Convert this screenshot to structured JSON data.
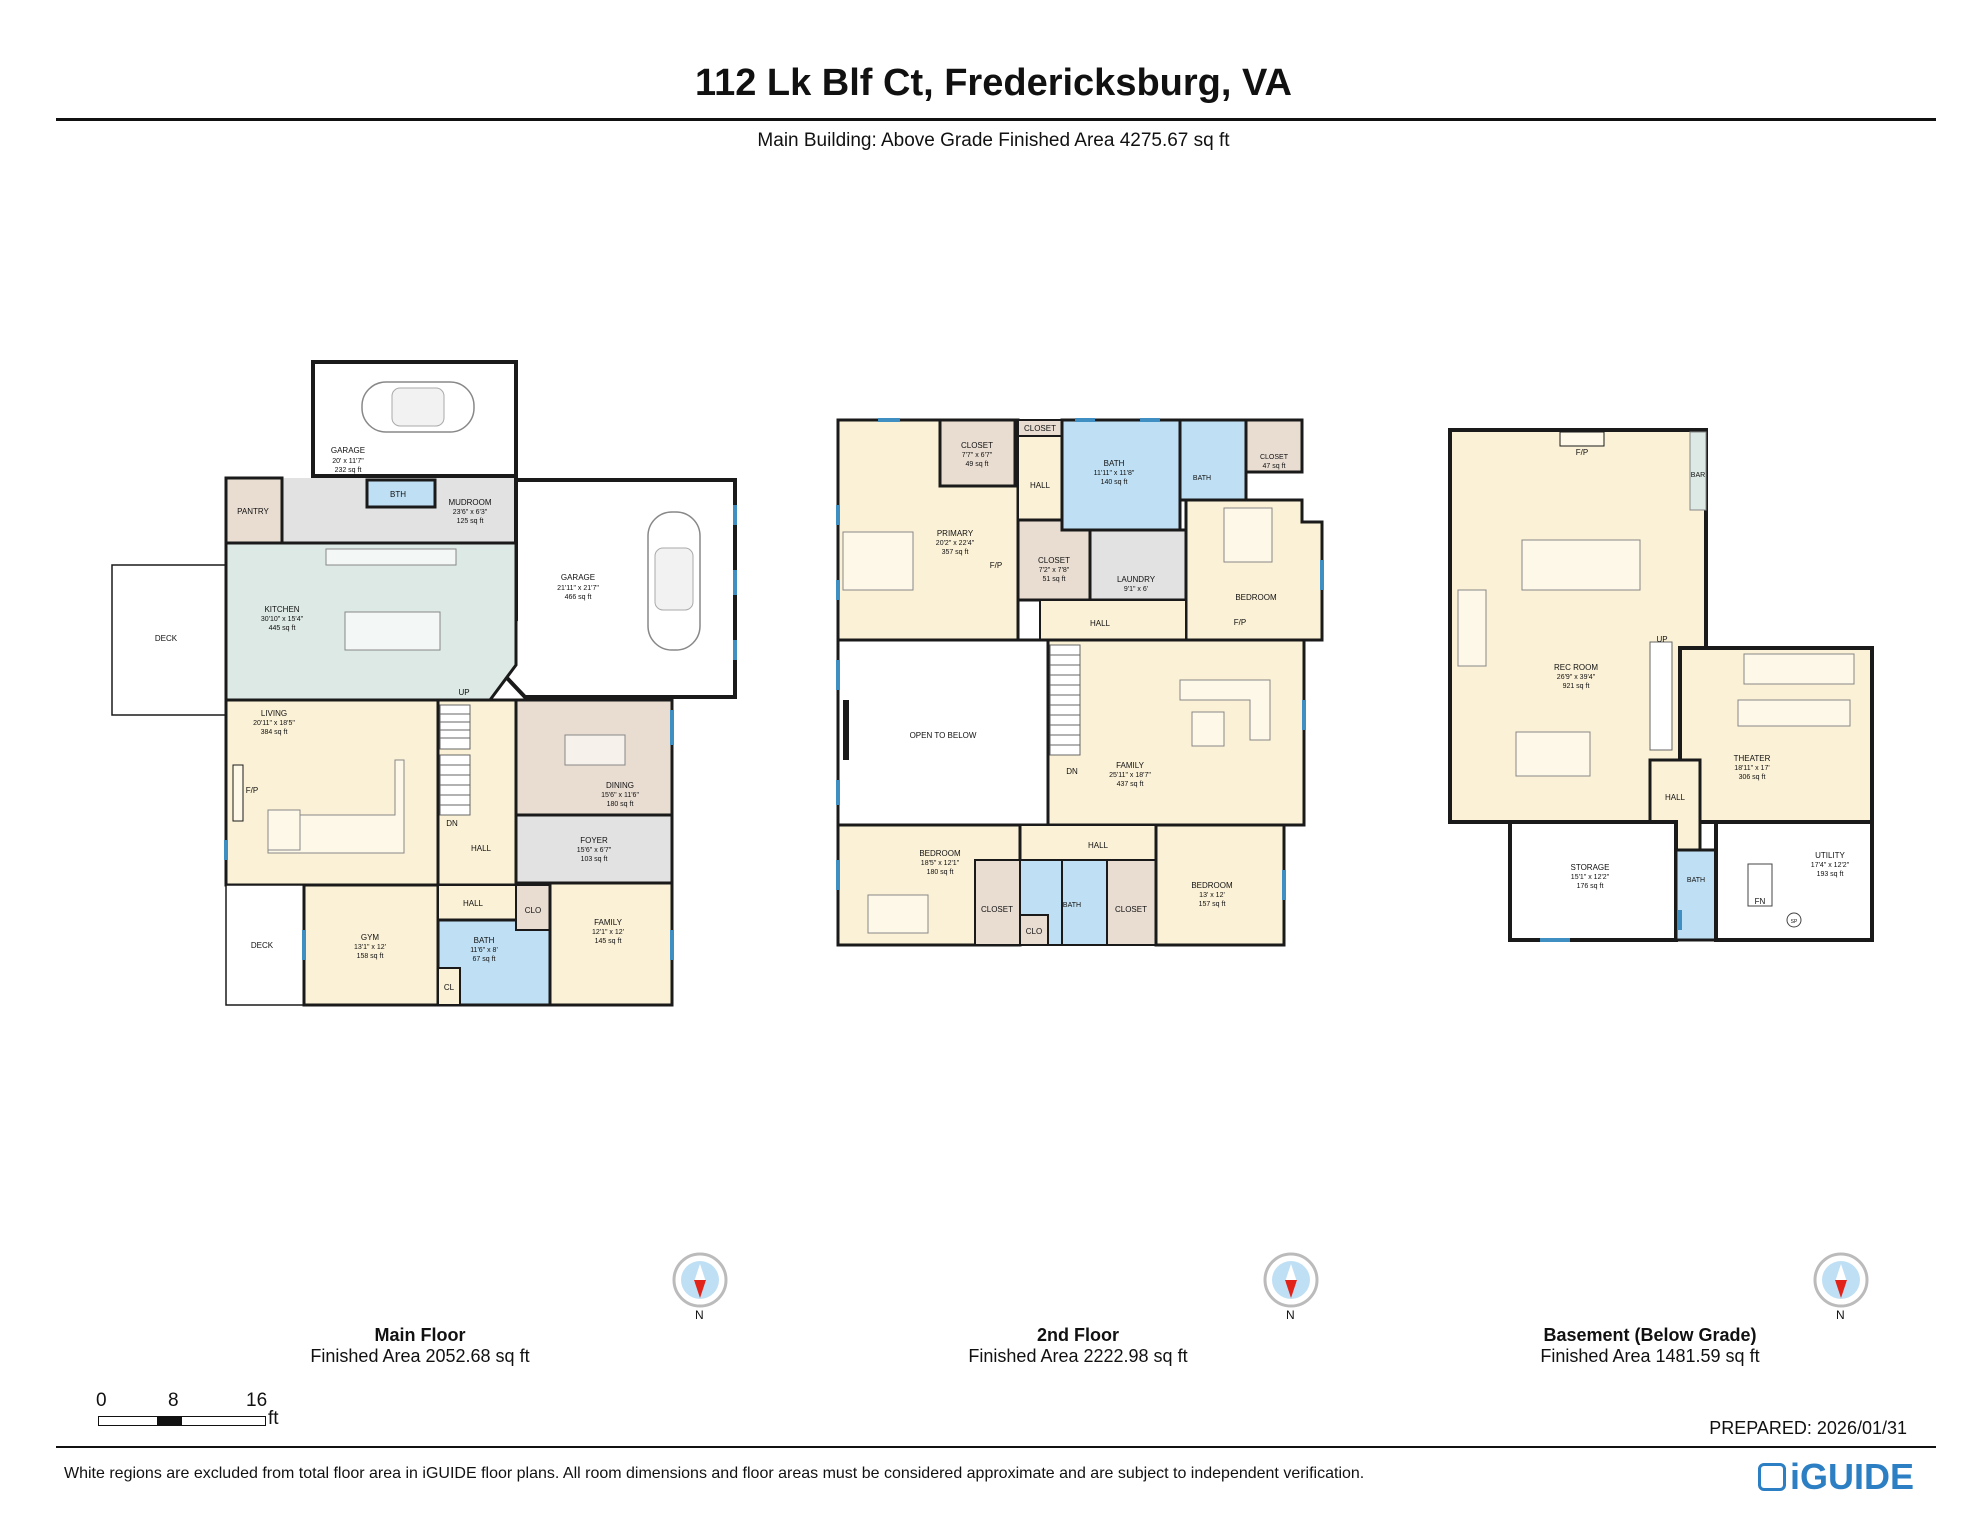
{
  "header": {
    "title": "112 Lk Blf Ct, Fredericksburg, VA",
    "subtitle": "Main Building: Above Grade Finished Area 4275.67 sq ft"
  },
  "colors": {
    "cream": "#fbf1d6",
    "gray": "#e2e2e2",
    "green": "#dde9e4",
    "blue": "#bfe0f4",
    "tan": "#e9ddd2",
    "wall": "#1a1a1a",
    "window": "#3f8fc2",
    "accent": "#2d7fc4",
    "compass_red": "#e2231a"
  },
  "floors": {
    "main": {
      "name": "Main Floor",
      "area": "Finished Area 2052.68 sq ft",
      "rooms": {
        "garage1": {
          "n": "GARAGE",
          "d1": "20' x 11'7\"",
          "d2": "232 sq ft"
        },
        "bth": {
          "n": "BTH"
        },
        "mudroom": {
          "n": "MUDROOM",
          "d1": "23'6\" x 6'3\"",
          "d2": "125 sq ft"
        },
        "pantry": {
          "n": "PANTRY"
        },
        "garage2": {
          "n": "GARAGE",
          "d1": "21'11\" x 21'7\"",
          "d2": "466 sq ft"
        },
        "deck1": {
          "n": "DECK"
        },
        "kitchen": {
          "n": "KITCHEN",
          "d1": "30'10\" x 15'4\"",
          "d2": "445 sq ft"
        },
        "living": {
          "n": "LIVING",
          "d1": "20'11\" x 18'5\"",
          "d2": "384 sq ft"
        },
        "fp": {
          "n": "F/P"
        },
        "up": {
          "n": "UP"
        },
        "dn": {
          "n": "DN"
        },
        "hall1": {
          "n": "HALL"
        },
        "dining": {
          "n": "DINING",
          "d1": "15'6\" x 11'6\"",
          "d2": "180 sq ft"
        },
        "foyer": {
          "n": "FOYER",
          "d1": "15'6\" x 6'7\"",
          "d2": "103 sq ft"
        },
        "deck2": {
          "n": "DECK"
        },
        "gym": {
          "n": "GYM",
          "d1": "13'1\" x 12'",
          "d2": "158 sq ft"
        },
        "hall2": {
          "n": "HALL"
        },
        "bath": {
          "n": "BATH",
          "d1": "11'6\" x 8'",
          "d2": "67 sq ft"
        },
        "clo": {
          "n": "CLO"
        },
        "cl": {
          "n": "CL"
        },
        "family": {
          "n": "FAMILY",
          "d1": "12'1\" x 12'",
          "d2": "145 sq ft"
        }
      }
    },
    "second": {
      "name": "2nd Floor",
      "area": "Finished Area 2222.98 sq ft",
      "rooms": {
        "closet1": {
          "n": "CLOSET",
          "d1": "7'7\" x 6'7\"",
          "d2": "49 sq ft"
        },
        "closet_s": {
          "n": "CLOSET"
        },
        "hall_s": {
          "n": "HALL"
        },
        "bath1": {
          "n": "BATH",
          "d1": "11'11\" x 11'8\"",
          "d2": "140 sq ft"
        },
        "bath_s": {
          "n": "BATH"
        },
        "closet2": {
          "n": "CLOSET",
          "d2": "47 sq ft"
        },
        "primary": {
          "n": "PRIMARY",
          "d1": "20'2\" x 22'4\"",
          "d2": "357 sq ft"
        },
        "fp1": {
          "n": "F/P"
        },
        "closet3": {
          "n": "CLOSET",
          "d1": "7'2\" x 7'8\"",
          "d2": "51 sq ft"
        },
        "laundry": {
          "n": "LAUNDRY",
          "d1": "9'1\" x 6'",
          "d2": "..."
        },
        "bedroom1": {
          "n": "BEDROOM"
        },
        "fp2": {
          "n": "F/P"
        },
        "hall2": {
          "n": "HALL"
        },
        "open": {
          "n": "OPEN TO BELOW"
        },
        "family": {
          "n": "FAMILY",
          "d1": "25'11\" x 18'7\"",
          "d2": "437 sq ft"
        },
        "dn": {
          "n": "DN"
        },
        "hall3": {
          "n": "HALL"
        },
        "bedroom2": {
          "n": "BEDROOM",
          "d1": "18'5\" x 12'1\"",
          "d2": "180 sq ft"
        },
        "closet4": {
          "n": "CLOSET"
        },
        "clo": {
          "n": "CLO"
        },
        "bath2": {
          "n": "BATH"
        },
        "closet5": {
          "n": "CLOSET"
        },
        "bedroom3": {
          "n": "BEDROOM",
          "d1": "13' x 12'",
          "d2": "157 sq ft"
        }
      }
    },
    "basement": {
      "name": "Basement (Below Grade)",
      "area": "Finished Area 1481.59 sq ft",
      "rooms": {
        "fp": {
          "n": "F/P"
        },
        "bar": {
          "n": "BAR"
        },
        "rec": {
          "n": "REC ROOM",
          "d1": "26'9\" x 39'4\"",
          "d2": "921 sq ft"
        },
        "up": {
          "n": "UP"
        },
        "theater": {
          "n": "THEATER",
          "d1": "18'11\" x 17'",
          "d2": "306 sq ft"
        },
        "hall": {
          "n": "HALL"
        },
        "storage": {
          "n": "STORAGE",
          "d1": "15'1\" x 12'2\"",
          "d2": "176 sq ft"
        },
        "bath": {
          "n": "BATH"
        },
        "utility": {
          "n": "UTILITY",
          "d1": "17'4\" x 12'2\"",
          "d2": "193 sq ft"
        },
        "fn": {
          "n": "FN"
        },
        "sp": {
          "n": "SP"
        }
      }
    }
  },
  "compass": {
    "label": "N"
  },
  "scale": {
    "t0": "0",
    "t8": "8",
    "t16": "16",
    "unit": "ft"
  },
  "footer": {
    "prepared": "PREPARED: 2026/01/31",
    "disclaimer": "White regions are excluded from total floor area in iGUIDE floor plans. All room dimensions and floor areas must be considered approximate and are subject to independent verification.",
    "logo": "iGUIDE"
  }
}
